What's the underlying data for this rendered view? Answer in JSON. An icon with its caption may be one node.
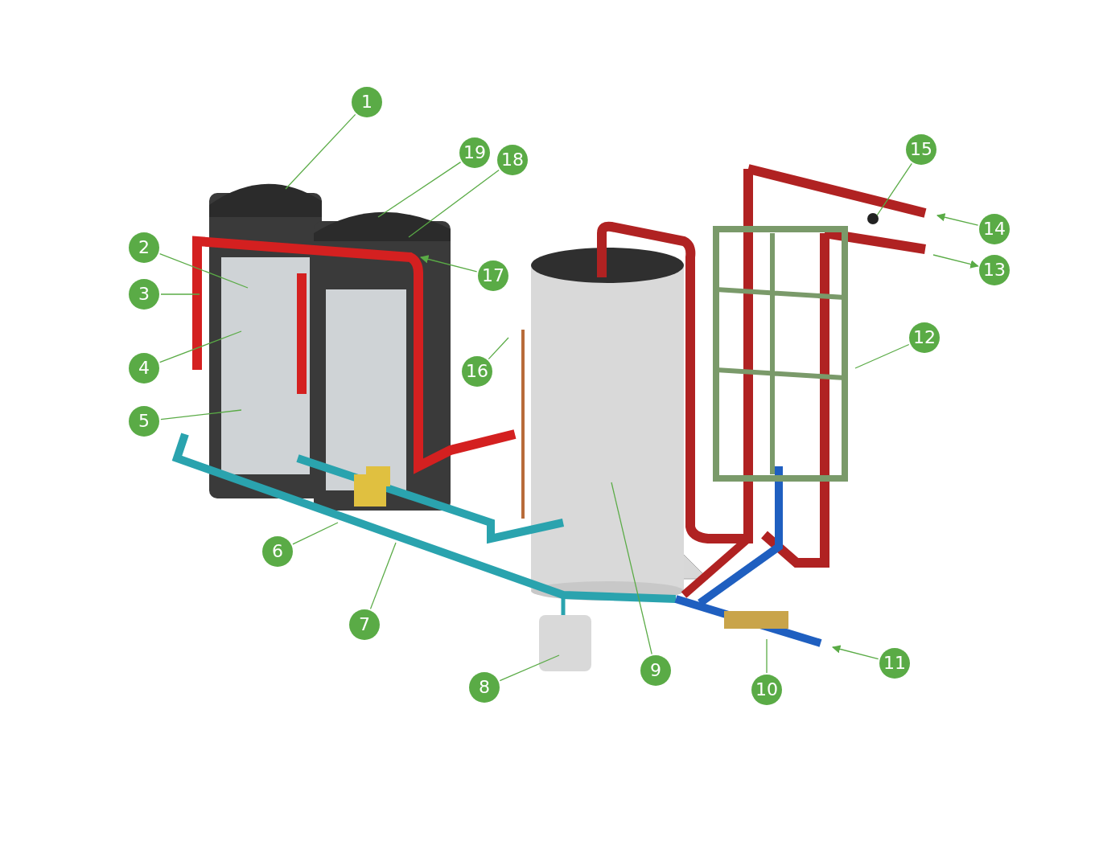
{
  "diagram": {
    "nodes": [
      {
        "text": [
          "1"
        ]
      },
      {
        "text": [
          "2"
        ]
      },
      {
        "text": [
          "3"
        ]
      },
      {
        "text": [
          "4"
        ]
      },
      {
        "text": [
          "5"
        ]
      },
      {
        "text": [
          "6"
        ]
      },
      {
        "text": [
          "7"
        ]
      },
      {
        "text": [
          "8"
        ]
      },
      {
        "text": [
          "9"
        ]
      },
      {
        "text": [
          "10"
        ]
      },
      {
        "text": [
          "11"
        ]
      },
      {
        "text": [
          "12"
        ]
      },
      {
        "text": [
          "13"
        ]
      },
      {
        "text": [
          "14"
        ]
      },
      {
        "text": [
          "15"
        ]
      },
      {
        "text": [
          "16"
        ]
      },
      {
        "text": [
          "17"
        ]
      },
      {
        "text": [
          "18"
        ]
      },
      {
        "text": [
          "19"
        ]
      }
    ],
    "edges": [
      {
        "from": 0,
        "to": null,
        "arrow": "none"
      },
      {
        "from": 1,
        "to": null,
        "arrow": "none"
      },
      {
        "from": 2,
        "to": null,
        "arrow": "none"
      },
      {
        "from": 3,
        "to": null,
        "arrow": "none"
      },
      {
        "from": 4,
        "to": null,
        "arrow": "none"
      },
      {
        "from": 5,
        "to": null,
        "arrow": "none"
      },
      {
        "from": 6,
        "to": null,
        "arrow": "none"
      },
      {
        "from": 7,
        "to": null,
        "arrow": "none"
      },
      {
        "from": 8,
        "to": null,
        "arrow": "none"
      },
      {
        "from": 9,
        "to": null,
        "arrow": "none"
      },
      {
        "from": 10,
        "to": null,
        "arrow": "to"
      },
      {
        "from": 11,
        "to": null,
        "arrow": "none"
      },
      {
        "from": null,
        "to": 12,
        "arrow": "to"
      },
      {
        "from": 13,
        "to": null,
        "arrow": "to"
      },
      {
        "from": 14,
        "to": null,
        "arrow": "none"
      },
      {
        "from": 15,
        "to": null,
        "arrow": "none"
      },
      {
        "from": 16,
        "to": null,
        "arrow": "to"
      },
      {
        "from": 17,
        "to": null,
        "arrow": "none"
      },
      {
        "from": 18,
        "to": null,
        "arrow": "none"
      }
    ]
  }
}
